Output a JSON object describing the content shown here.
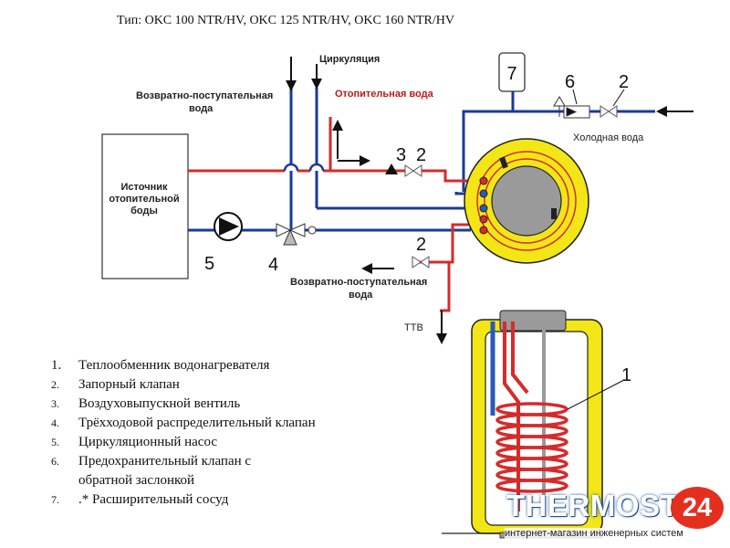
{
  "title": "Тип: OKC 100 NTR/HV, OKC 125 NTR/HV, OKC 160 NTR/HV",
  "labels": {
    "circulation": "Циркуляция",
    "return_top_1": "Возвратно-поступательная",
    "return_top_2": "вода",
    "heating_water": "Отопительная вода",
    "source_1": "Иcточник",
    "source_2": "отопительной",
    "source_3": "боды",
    "cold_water": "Холодная вода",
    "return_bottom_1": "Возвратно-поступательная",
    "return_bottom_2": "вода",
    "ttv": "ТТВ"
  },
  "numbers": {
    "n1": "1",
    "n2a": "2",
    "n2b": "2",
    "n2c": "2",
    "n3": "3",
    "n4": "4",
    "n5": "5",
    "n6": "6",
    "n7": "7"
  },
  "legend": [
    {
      "n": "1.",
      "text": "Теплообменник водонагревателя"
    },
    {
      "n": "2.",
      "text": "Запорный клапан"
    },
    {
      "n": "3.",
      "text": "Воздуховыпускной вентиль"
    },
    {
      "n": "4.",
      "text": "Трёхходовой распределительный клапан"
    },
    {
      "n": "5.",
      "text": "Циркуляционный насос"
    },
    {
      "n": "6.",
      "text": "Предохранительный клапан с обратной заслонкой"
    },
    {
      "n": "7.",
      "text": ".* Расширительный сосуд"
    }
  ],
  "brand": {
    "word": "THERMOSTAT",
    "badge": "24",
    "tagline": "интернет-магазин инженерных систем"
  },
  "colors": {
    "hot": "#d52b2b",
    "cold": "#1a3a9a",
    "tank": "#f2e616",
    "core": "#9a9a9a",
    "brand_blue": "#1d4f8f",
    "brand_red": "#e42f1f"
  }
}
